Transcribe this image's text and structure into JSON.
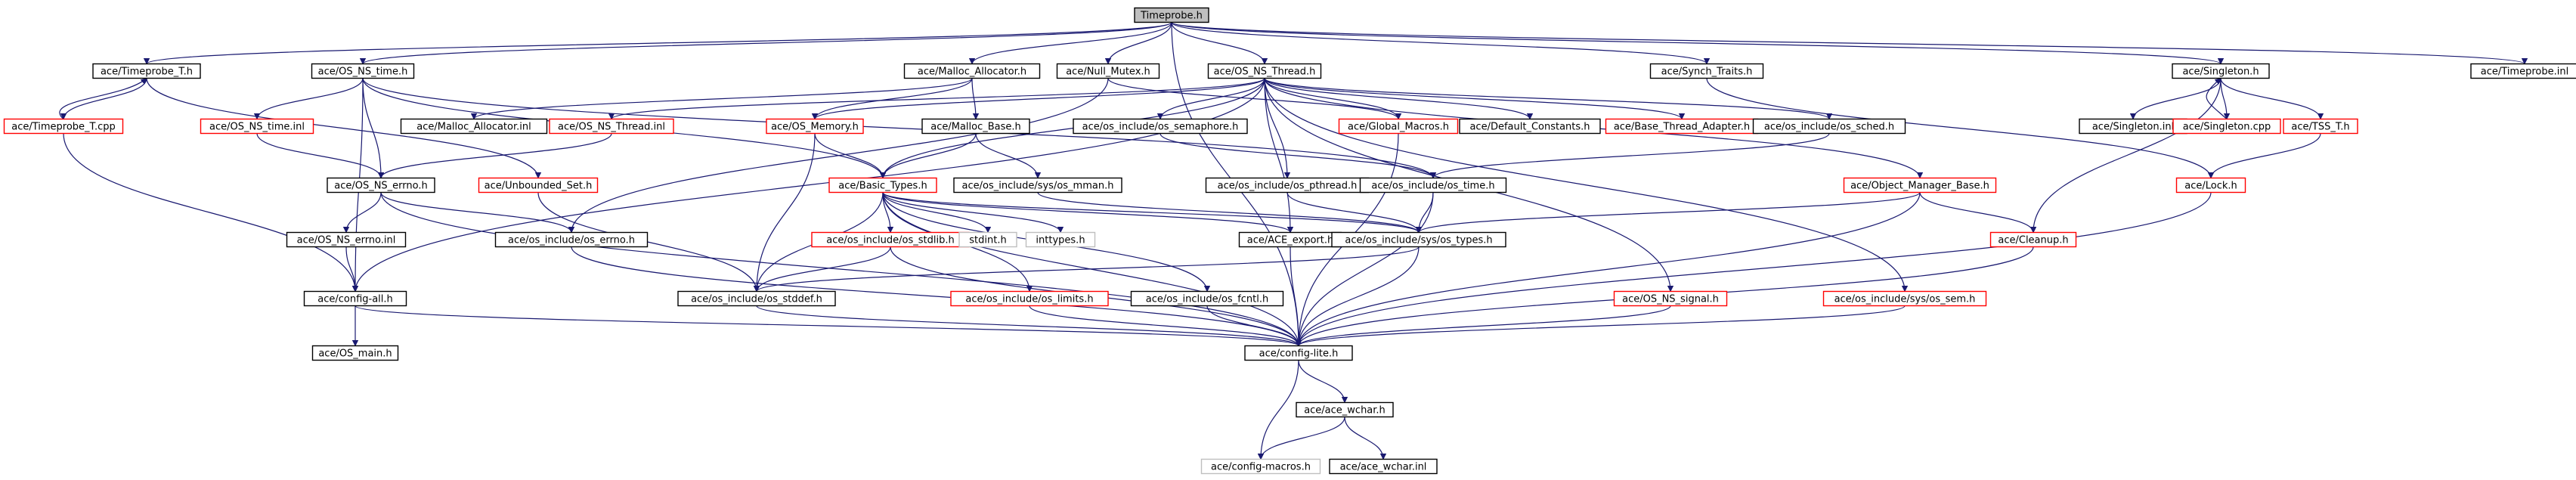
{
  "colors": {
    "root_fill": "#bfbfbf",
    "normal_border": "#000000",
    "red_border": "#ff0000",
    "gray_border": "#bfbfbf",
    "edge": "#191970"
  },
  "nodes": [
    {
      "id": "root",
      "label": "Timeprobe.h",
      "style": "root"
    },
    {
      "id": "timeprobe_t_h",
      "label": "ace/Timeprobe_T.h",
      "style": "normal"
    },
    {
      "id": "os_ns_time_h",
      "label": "ace/OS_NS_time.h",
      "style": "normal"
    },
    {
      "id": "malloc_allocator_h",
      "label": "ace/Malloc_Allocator.h",
      "style": "normal"
    },
    {
      "id": "null_mutex_h",
      "label": "ace/Null_Mutex.h",
      "style": "normal"
    },
    {
      "id": "os_ns_thread_h",
      "label": "ace/OS_NS_Thread.h",
      "style": "normal"
    },
    {
      "id": "synch_traits_h",
      "label": "ace/Synch_Traits.h",
      "style": "normal"
    },
    {
      "id": "singleton_h",
      "label": "ace/Singleton.h",
      "style": "normal"
    },
    {
      "id": "timeprobe_inl",
      "label": "ace/Timeprobe.inl",
      "style": "normal"
    },
    {
      "id": "timeprobe_t_cpp",
      "label": "ace/Timeprobe_T.cpp",
      "style": "red"
    },
    {
      "id": "os_ns_time_inl",
      "label": "ace/OS_NS_time.inl",
      "style": "red"
    },
    {
      "id": "malloc_allocator_inl",
      "label": "ace/Malloc_Allocator.inl",
      "style": "normal"
    },
    {
      "id": "os_ns_thread_inl",
      "label": "ace/OS_NS_Thread.inl",
      "style": "red"
    },
    {
      "id": "os_memory_h",
      "label": "ace/OS_Memory.h",
      "style": "red"
    },
    {
      "id": "malloc_base_h",
      "label": "ace/Malloc_Base.h",
      "style": "normal"
    },
    {
      "id": "os_semaphore_h",
      "label": "ace/os_include/os_semaphore.h",
      "style": "normal"
    },
    {
      "id": "global_macros_h",
      "label": "ace/Global_Macros.h",
      "style": "red"
    },
    {
      "id": "default_constants_h",
      "label": "ace/Default_Constants.h",
      "style": "normal"
    },
    {
      "id": "base_thread_adapter_h",
      "label": "ace/Base_Thread_Adapter.h",
      "style": "red"
    },
    {
      "id": "os_sched_h",
      "label": "ace/os_include/os_sched.h",
      "style": "normal"
    },
    {
      "id": "singleton_inl",
      "label": "ace/Singleton.inl",
      "style": "normal"
    },
    {
      "id": "singleton_cpp",
      "label": "ace/Singleton.cpp",
      "style": "red"
    },
    {
      "id": "tss_t_h",
      "label": "ace/TSS_T.h",
      "style": "red"
    },
    {
      "id": "os_ns_errno_h",
      "label": "ace/OS_NS_errno.h",
      "style": "normal"
    },
    {
      "id": "unbounded_set_h",
      "label": "ace/Unbounded_Set.h",
      "style": "red"
    },
    {
      "id": "basic_types_h",
      "label": "ace/Basic_Types.h",
      "style": "red"
    },
    {
      "id": "os_mman_h",
      "label": "ace/os_include/sys/os_mman.h",
      "style": "normal"
    },
    {
      "id": "os_pthread_h",
      "label": "ace/os_include/os_pthread.h",
      "style": "normal"
    },
    {
      "id": "os_time_h",
      "label": "ace/os_include/os_time.h",
      "style": "normal"
    },
    {
      "id": "object_manager_base_h",
      "label": "ace/Object_Manager_Base.h",
      "style": "red"
    },
    {
      "id": "lock_h",
      "label": "ace/Lock.h",
      "style": "red"
    },
    {
      "id": "os_ns_errno_inl",
      "label": "ace/OS_NS_errno.inl",
      "style": "normal"
    },
    {
      "id": "os_errno_h",
      "label": "ace/os_include/os_errno.h",
      "style": "normal"
    },
    {
      "id": "os_stdlib_h",
      "label": "ace/os_include/os_stdlib.h",
      "style": "red"
    },
    {
      "id": "stdint_h",
      "label": "stdint.h",
      "style": "gray"
    },
    {
      "id": "inttypes_h",
      "label": "inttypes.h",
      "style": "gray"
    },
    {
      "id": "ace_export_h",
      "label": "ace/ACE_export.h",
      "style": "normal"
    },
    {
      "id": "os_types_h",
      "label": "ace/os_include/sys/os_types.h",
      "style": "normal"
    },
    {
      "id": "cleanup_h",
      "label": "ace/Cleanup.h",
      "style": "red"
    },
    {
      "id": "config_all_h",
      "label": "ace/config-all.h",
      "style": "normal"
    },
    {
      "id": "os_stddef_h",
      "label": "ace/os_include/os_stddef.h",
      "style": "normal"
    },
    {
      "id": "os_limits_h",
      "label": "ace/os_include/os_limits.h",
      "style": "red"
    },
    {
      "id": "os_fcntl_h",
      "label": "ace/os_include/os_fcntl.h",
      "style": "normal"
    },
    {
      "id": "os_ns_signal_h",
      "label": "ace/OS_NS_signal.h",
      "style": "red"
    },
    {
      "id": "os_sem_h",
      "label": "ace/os_include/sys/os_sem.h",
      "style": "red"
    },
    {
      "id": "os_main_h",
      "label": "ace/OS_main.h",
      "style": "normal"
    },
    {
      "id": "config_lite_h",
      "label": "ace/config-lite.h",
      "style": "normal"
    },
    {
      "id": "ace_wchar_h",
      "label": "ace/ace_wchar.h",
      "style": "normal"
    },
    {
      "id": "config_macros_h",
      "label": "ace/config-macros.h",
      "style": "gray"
    },
    {
      "id": "ace_wchar_inl",
      "label": "ace/ace_wchar.inl",
      "style": "normal"
    }
  ],
  "edges": [
    [
      "root",
      "timeprobe_t_h"
    ],
    [
      "root",
      "os_ns_time_h"
    ],
    [
      "root",
      "malloc_allocator_h"
    ],
    [
      "root",
      "null_mutex_h"
    ],
    [
      "root",
      "os_ns_thread_h"
    ],
    [
      "root",
      "synch_traits_h"
    ],
    [
      "root",
      "singleton_h"
    ],
    [
      "root",
      "timeprobe_inl"
    ],
    [
      "root",
      "config_lite_h"
    ],
    [
      "timeprobe_t_h",
      "timeprobe_t_cpp"
    ],
    [
      "timeprobe_t_h",
      "unbounded_set_h"
    ],
    [
      "timeprobe_t_cpp",
      "timeprobe_t_h"
    ],
    [
      "timeprobe_t_cpp",
      "config_all_h"
    ],
    [
      "os_ns_time_h",
      "os_ns_time_inl"
    ],
    [
      "os_ns_time_h",
      "os_ns_errno_h"
    ],
    [
      "os_ns_time_h",
      "basic_types_h"
    ],
    [
      "os_ns_time_h",
      "os_time_h"
    ],
    [
      "os_ns_time_h",
      "config_all_h"
    ],
    [
      "os_ns_time_inl",
      "os_ns_errno_h"
    ],
    [
      "malloc_allocator_h",
      "malloc_allocator_inl"
    ],
    [
      "malloc_allocator_h",
      "malloc_base_h"
    ],
    [
      "malloc_allocator_h",
      "os_memory_h"
    ],
    [
      "null_mutex_h",
      "os_errno_h"
    ],
    [
      "null_mutex_h",
      "global_macros_h"
    ],
    [
      "os_ns_thread_h",
      "os_ns_thread_inl"
    ],
    [
      "os_ns_thread_h",
      "os_memory_h"
    ],
    [
      "os_ns_thread_h",
      "os_semaphore_h"
    ],
    [
      "os_ns_thread_h",
      "global_macros_h"
    ],
    [
      "os_ns_thread_h",
      "default_constants_h"
    ],
    [
      "os_ns_thread_h",
      "base_thread_adapter_h"
    ],
    [
      "os_ns_thread_h",
      "os_sched_h"
    ],
    [
      "os_ns_thread_h",
      "basic_types_h"
    ],
    [
      "os_ns_thread_h",
      "os_pthread_h"
    ],
    [
      "os_ns_thread_h",
      "object_manager_base_h"
    ],
    [
      "os_ns_thread_h",
      "os_ns_signal_h"
    ],
    [
      "os_ns_thread_h",
      "os_sem_h"
    ],
    [
      "os_ns_thread_h",
      "ace_export_h"
    ],
    [
      "os_ns_thread_h",
      "config_all_h"
    ],
    [
      "os_ns_thread_inl",
      "os_ns_errno_h"
    ],
    [
      "synch_traits_h",
      "lock_h"
    ],
    [
      "singleton_h",
      "singleton_inl"
    ],
    [
      "singleton_h",
      "singleton_cpp"
    ],
    [
      "singleton_h",
      "tss_t_h"
    ],
    [
      "singleton_h",
      "cleanup_h"
    ],
    [
      "singleton_cpp",
      "singleton_h"
    ],
    [
      "tss_t_h",
      "lock_h"
    ],
    [
      "os_memory_h",
      "basic_types_h"
    ],
    [
      "os_memory_h",
      "os_stddef_h"
    ],
    [
      "malloc_base_h",
      "os_mman_h"
    ],
    [
      "malloc_base_h",
      "basic_types_h"
    ],
    [
      "os_semaphore_h",
      "os_time_h"
    ],
    [
      "global_macros_h",
      "config_lite_h"
    ],
    [
      "os_sched_h",
      "os_time_h"
    ],
    [
      "os_ns_errno_h",
      "os_ns_errno_inl"
    ],
    [
      "os_ns_errno_h",
      "os_errno_h"
    ],
    [
      "os_ns_errno_h",
      "config_lite_h"
    ],
    [
      "unbounded_set_h",
      "os_stddef_h"
    ],
    [
      "basic_types_h",
      "os_limits_h"
    ],
    [
      "basic_types_h",
      "os_stdlib_h"
    ],
    [
      "basic_types_h",
      "stdint_h"
    ],
    [
      "basic_types_h",
      "inttypes_h"
    ],
    [
      "basic_types_h",
      "ace_export_h"
    ],
    [
      "basic_types_h",
      "os_types_h"
    ],
    [
      "basic_types_h",
      "os_stddef_h"
    ],
    [
      "basic_types_h",
      "os_fcntl_h"
    ],
    [
      "basic_types_h",
      "config_lite_h"
    ],
    [
      "os_mman_h",
      "os_types_h"
    ],
    [
      "os_pthread_h",
      "os_types_h"
    ],
    [
      "os_time_h",
      "os_types_h"
    ],
    [
      "os_time_h",
      "config_lite_h"
    ],
    [
      "object_manager_base_h",
      "cleanup_h"
    ],
    [
      "object_manager_base_h",
      "os_types_h"
    ],
    [
      "object_manager_base_h",
      "config_lite_h"
    ],
    [
      "lock_h",
      "config_lite_h"
    ],
    [
      "os_ns_errno_inl",
      "config_all_h"
    ],
    [
      "os_errno_h",
      "config_lite_h"
    ],
    [
      "os_stdlib_h",
      "os_stddef_h"
    ],
    [
      "os_stdlib_h",
      "config_lite_h"
    ],
    [
      "ace_export_h",
      "config_lite_h"
    ],
    [
      "os_types_h",
      "os_stddef_h"
    ],
    [
      "os_types_h",
      "config_lite_h"
    ],
    [
      "cleanup_h",
      "config_lite_h"
    ],
    [
      "config_all_h",
      "os_main_h"
    ],
    [
      "config_all_h",
      "config_lite_h"
    ],
    [
      "os_stddef_h",
      "config_lite_h"
    ],
    [
      "os_limits_h",
      "config_lite_h"
    ],
    [
      "os_fcntl_h",
      "config_lite_h"
    ],
    [
      "os_ns_signal_h",
      "config_lite_h"
    ],
    [
      "os_sem_h",
      "config_lite_h"
    ],
    [
      "config_lite_h",
      "ace_wchar_h"
    ],
    [
      "config_lite_h",
      "config_macros_h"
    ],
    [
      "ace_wchar_h",
      "ace_wchar_inl"
    ],
    [
      "ace_wchar_h",
      "config_macros_h"
    ]
  ]
}
